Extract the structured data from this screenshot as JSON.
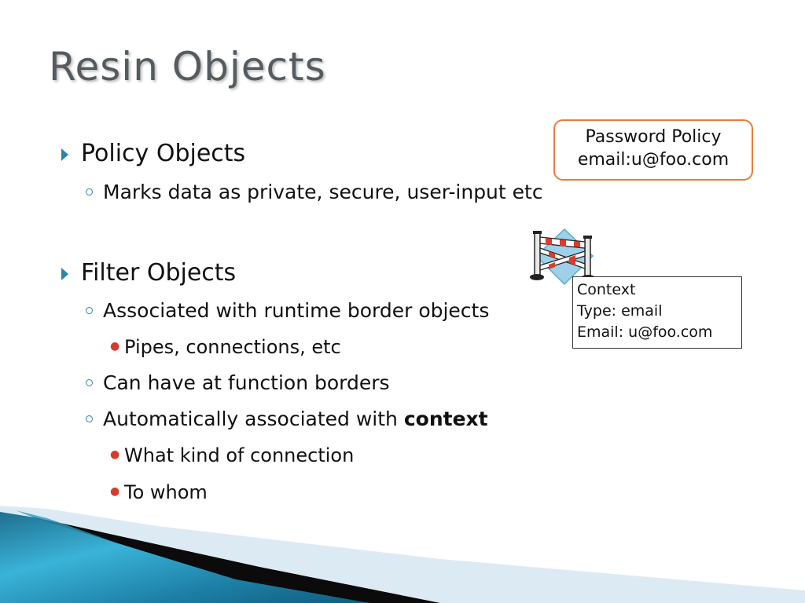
{
  "slide": {
    "title": "Resin Objects",
    "bullets": {
      "policy_objects": "Policy Objects",
      "policy_sub": "Marks data as private, secure, user-input etc",
      "filter_objects": "Filter Objects",
      "filter_sub1": "Associated with runtime border objects",
      "filter_sub1_item": "Pipes, connections, etc",
      "filter_sub2": "Can have at function borders",
      "filter_sub3_prefix": "Automatically associated with ",
      "filter_sub3_bold": "context",
      "filter_sub3_item1": "What kind of connection",
      "filter_sub3_item2": "To whom"
    },
    "policy_box": {
      "line1": "Password Policy",
      "line2": "email:u@foo.com"
    },
    "context_box": {
      "line1": "Context",
      "line2": "Type: email",
      "line3": "Email: u@foo.com"
    },
    "colors": {
      "title": "#555c60",
      "bullet_marker": "#2b86a3",
      "sub_bullet_marker": "#d63a2a",
      "policy_border": "#e87d3a",
      "deco_blue": "#2a9cc0"
    },
    "icons": {
      "level1": "triangle-bullet-icon",
      "level2": "circle-bullet-icon",
      "level3": "dot-bullet-icon",
      "barrier": "road-barrier-icon"
    }
  }
}
